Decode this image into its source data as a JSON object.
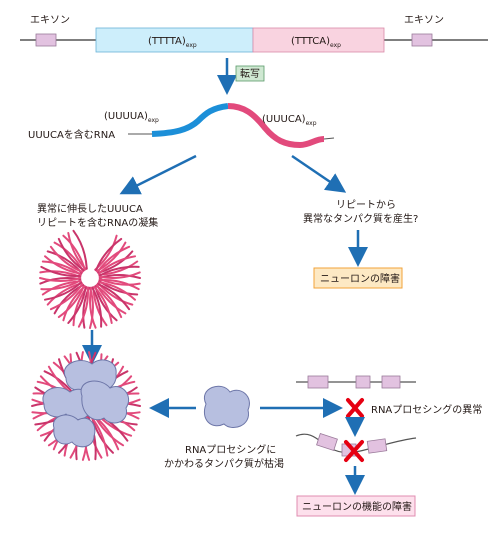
{
  "gene": {
    "exon_left": "エキソン",
    "exon_right": "エキソン",
    "repeat_ttta": "(TTTTA)",
    "repeat_ttca": "(TTTCA)",
    "exp_sub": "exp"
  },
  "transcription_label": "転写",
  "rna": {
    "uuuua": "(UUUUA)",
    "uuuca": "(UUUCA)",
    "exp_sub": "exp",
    "containing_label": "UUUCAを含むRNA"
  },
  "left_branch": {
    "line1": "異常に伸長したUUUCA",
    "line2": "リピートを含むRNAの凝集"
  },
  "right_branch": {
    "line1": "リピートから",
    "line2": "異常なタンパク質を産生?"
  },
  "neuron_disorder": "ニューロンの障害",
  "protein_depletion": {
    "line1": "RNAプロセシングに",
    "line2": "かかわるタンパク質が枯渇"
  },
  "rna_processing_abnormal": "RNAプロセシングの異常",
  "neuron_function_disorder": "ニューロンの機能の障害",
  "colors": {
    "arrow": "#1f6fb4",
    "ttta_fill": "#cdeefb",
    "ttca_fill": "#f9d3e0",
    "rna_blue": "#1c8fd8",
    "rna_pink": "#e24a7c",
    "exon": "#e2c2e0",
    "protein": "#b7bfe0",
    "box_fill": "#fde9c4",
    "box_border": "#f2a33a",
    "bottom_box_fill": "#fde0ec",
    "bottom_box_border": "#e08db0",
    "cross": "#e60012"
  }
}
